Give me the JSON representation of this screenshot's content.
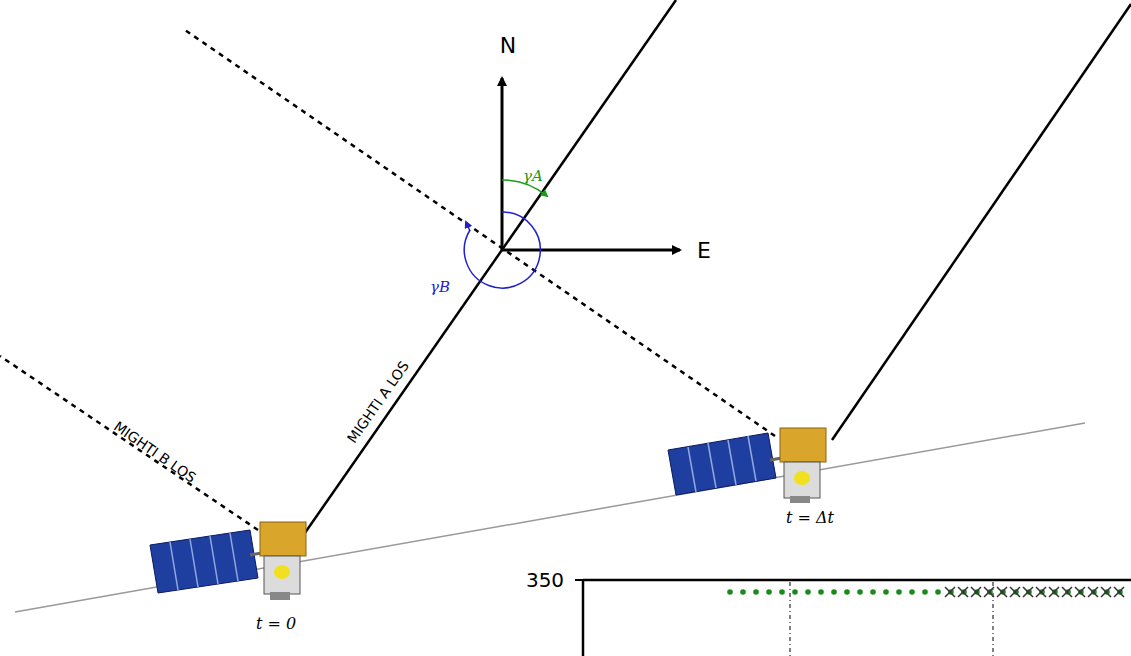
{
  "diagram": {
    "labels": [
      "N",
      "E",
      "γA",
      "γB",
      "MIGHTI A LOS",
      "MIGHTI B LOS",
      "t = 0",
      "t = Δt",
      "350"
    ]
  }
}
